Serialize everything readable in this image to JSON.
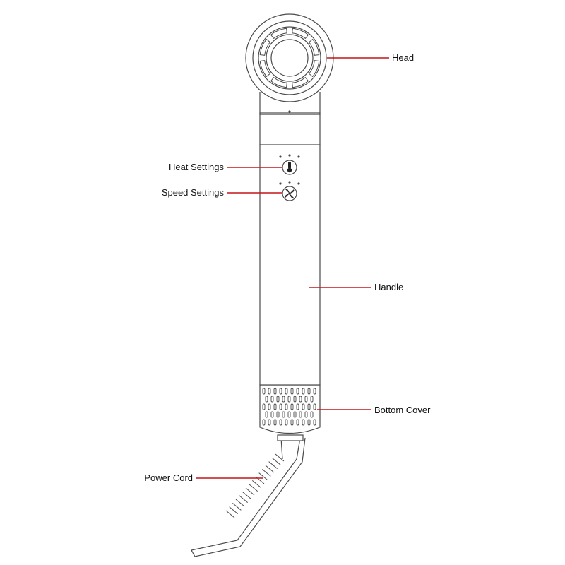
{
  "labels": {
    "head": "Head",
    "heat_settings": "Heat Settings",
    "speed_settings": "Speed Settings",
    "handle": "Handle",
    "bottom_cover": "Bottom Cover",
    "power_cord": "Power Cord"
  },
  "colors": {
    "leader_line": "#c4161c",
    "outline": "#4a4a4a",
    "text": "#111111"
  },
  "icons": {
    "heat": "thermometer-icon",
    "speed": "fan-icon"
  }
}
